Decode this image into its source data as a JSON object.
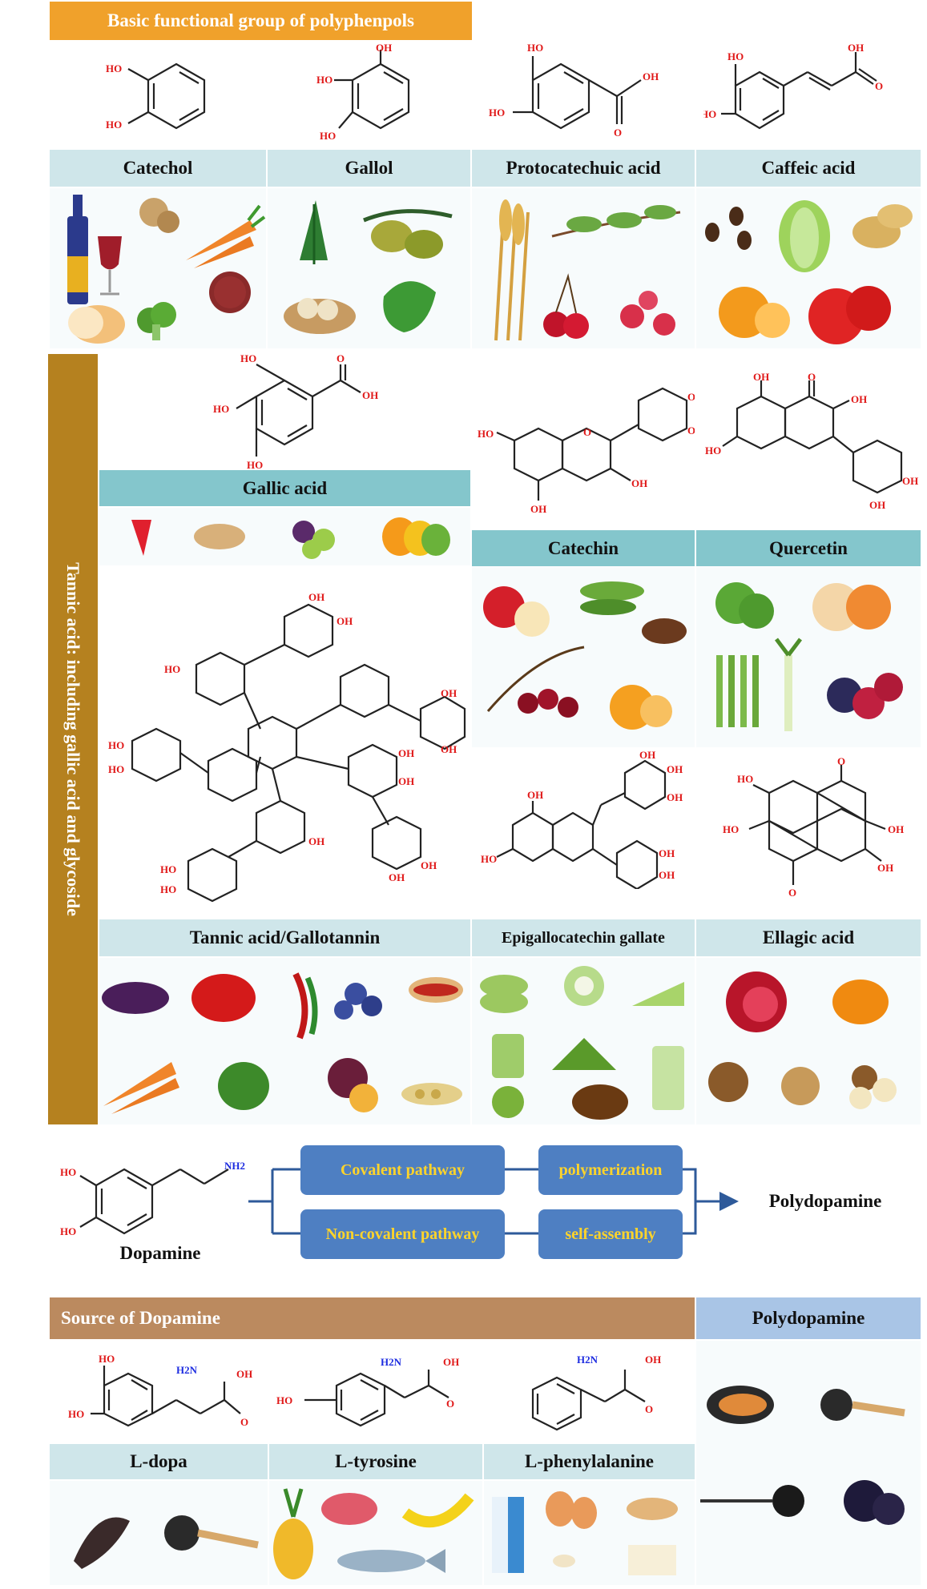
{
  "top_header": "Basic functional group of polyphenpols",
  "row1_labels": [
    "Catechol",
    "Gallol",
    "Protocatechuic acid",
    "Caffeic acid"
  ],
  "tannic_side_label": "Tannic acid: including gallic acid and glycoside",
  "row2_labels": {
    "gallic": "Gallic acid",
    "catechin": "Catechin",
    "quercetin": "Quercetin"
  },
  "row3_labels": {
    "tannic": "Tannic acid/Gallotannin",
    "egcg": "Epigallocatechin gallate",
    "ellagic": "Ellagic acid"
  },
  "dopamine": {
    "label": "Dopamine",
    "covalent": "Covalent pathway",
    "polymerization": "polymerization",
    "noncovalent": "Non-covalent pathway",
    "selfassembly": "self-assembly",
    "product": "Polydopamine"
  },
  "source_header": "Source of Dopamine",
  "polydopamine_header": "Polydopamine",
  "source_labels": [
    "L-dopa",
    "L-tyrosine",
    "L-phenylalanine"
  ],
  "atoms": {
    "oh": "OH",
    "ho": "HO",
    "o": "O",
    "nh2": "NH2",
    "h2n": "H2N"
  },
  "colors": {
    "orange_header": "#f0a12b",
    "teal": "#84c6cc",
    "light_teal": "#cfe6ea",
    "brown": "#b5811f",
    "source_brown": "#bb8a5f",
    "blue_box": "#4e7fc2",
    "light_blue": "#a9c5e6",
    "oh_red": "#e01818",
    "nh_blue": "#1d2ce0"
  }
}
